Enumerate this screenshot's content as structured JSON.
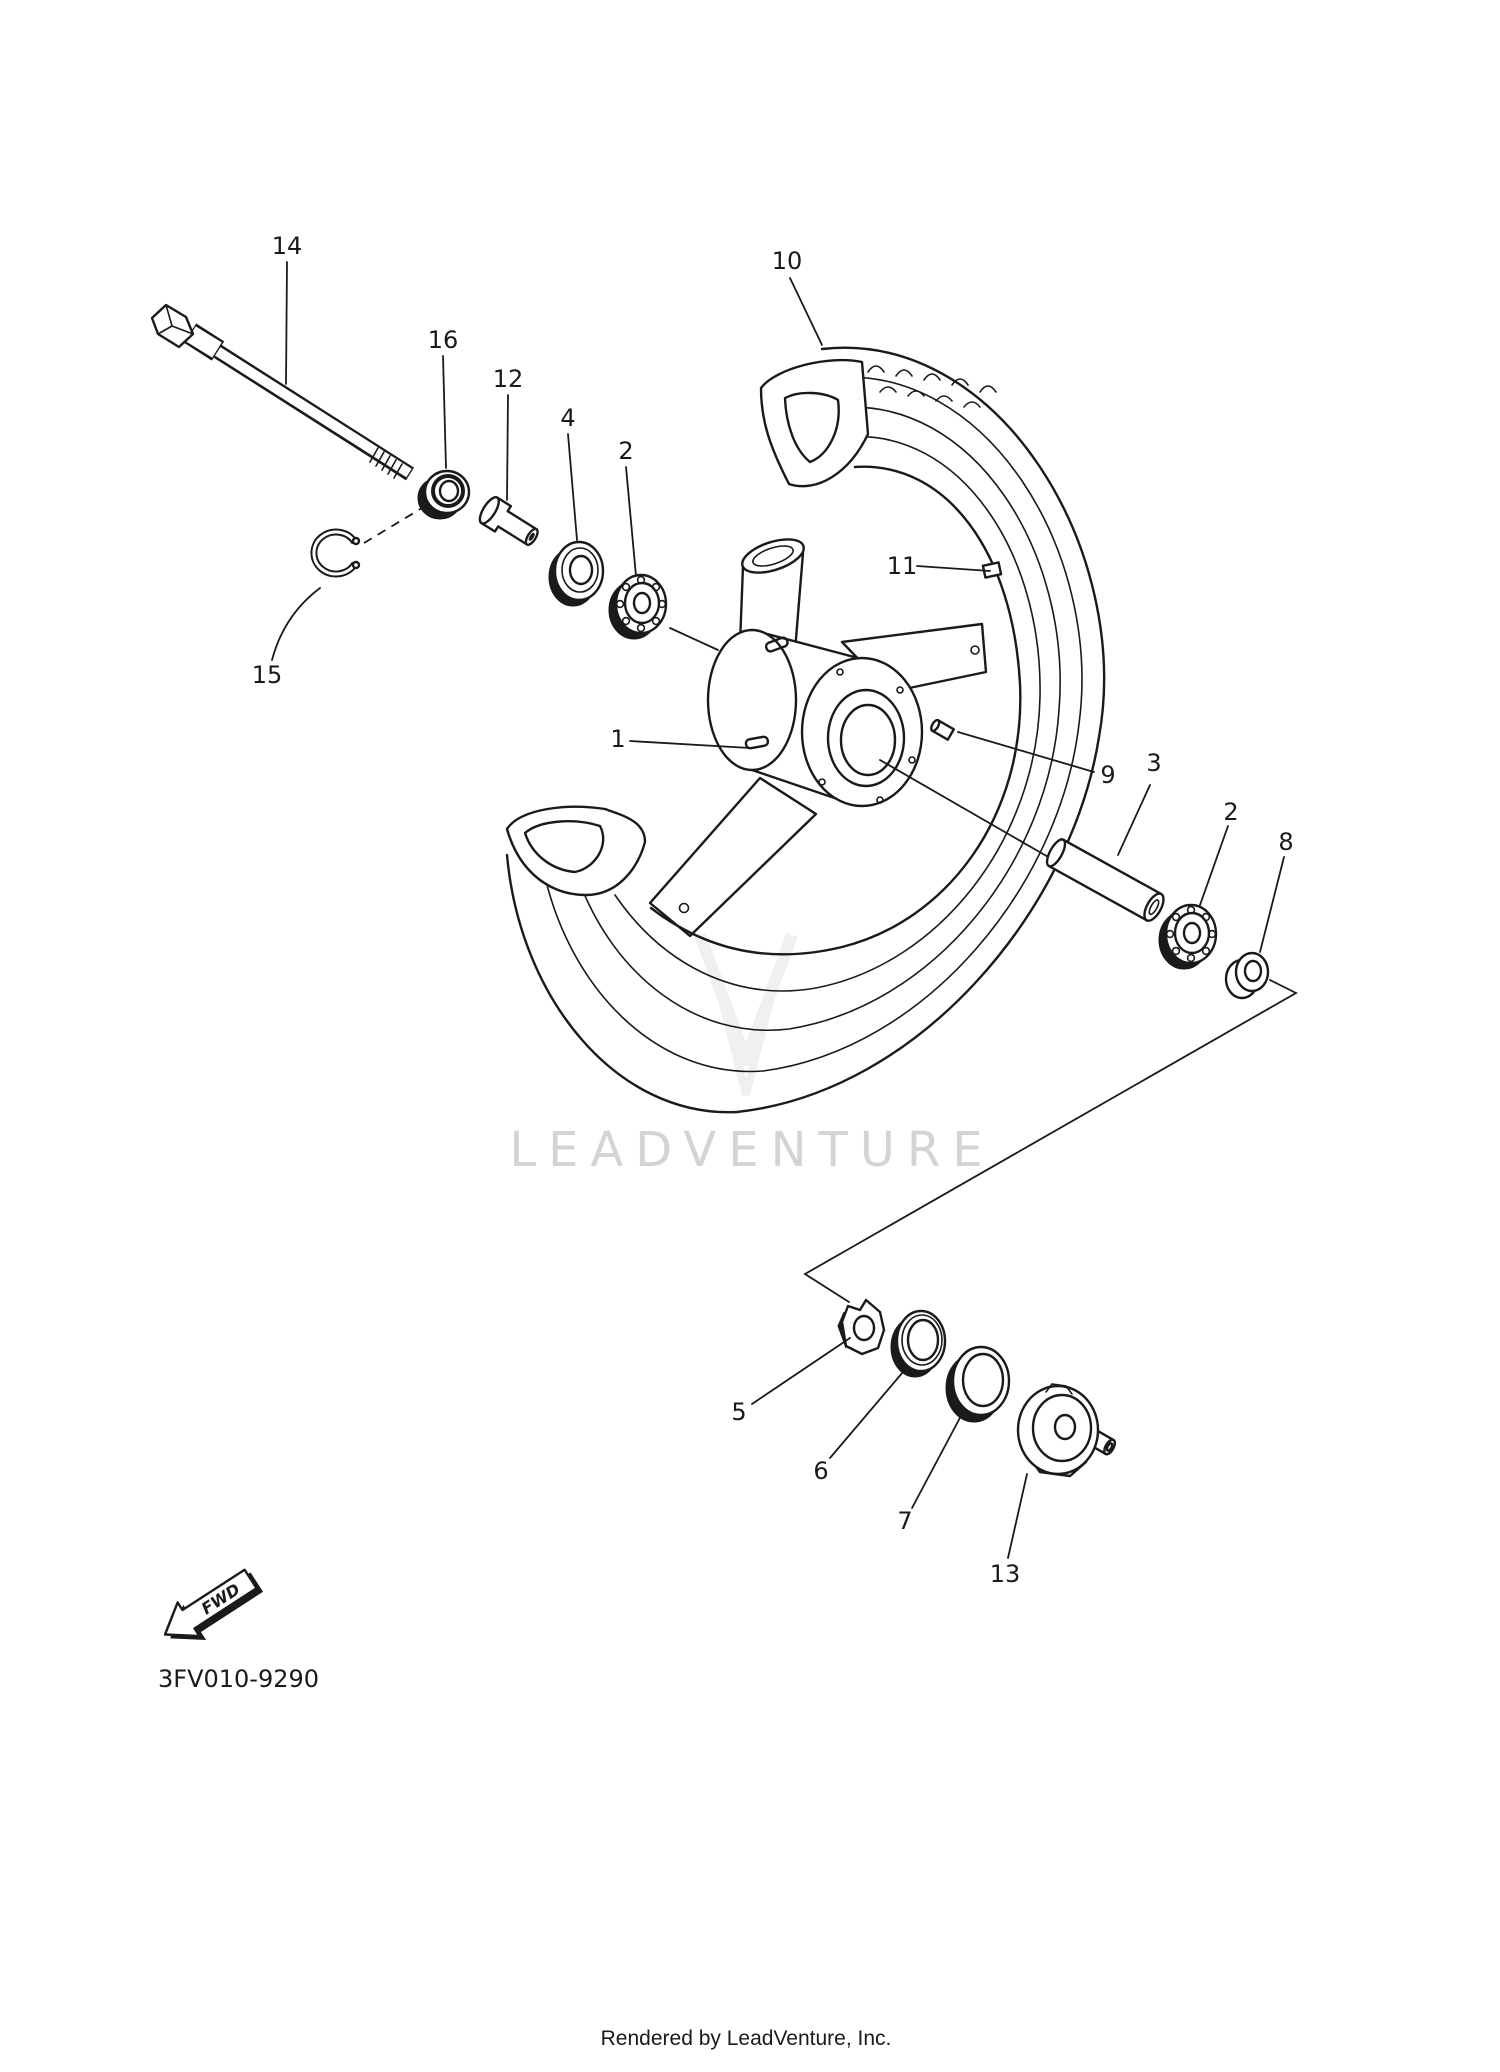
{
  "callouts": [
    {
      "label": "14"
    },
    {
      "label": "16"
    },
    {
      "label": "12"
    },
    {
      "label": "4"
    },
    {
      "label": "2"
    },
    {
      "label": "10"
    },
    {
      "label": "11"
    },
    {
      "label": "1"
    },
    {
      "label": "9"
    },
    {
      "label": "3"
    },
    {
      "label": "2"
    },
    {
      "label": "8"
    },
    {
      "label": "15"
    },
    {
      "label": "5"
    },
    {
      "label": "6"
    },
    {
      "label": "7"
    },
    {
      "label": "13"
    }
  ],
  "watermark": "LEADVENTURE",
  "fwd_arrow_label": "FWD",
  "diagram_code": "3FV010-9290",
  "footer": "Rendered by LeadVenture, Inc."
}
